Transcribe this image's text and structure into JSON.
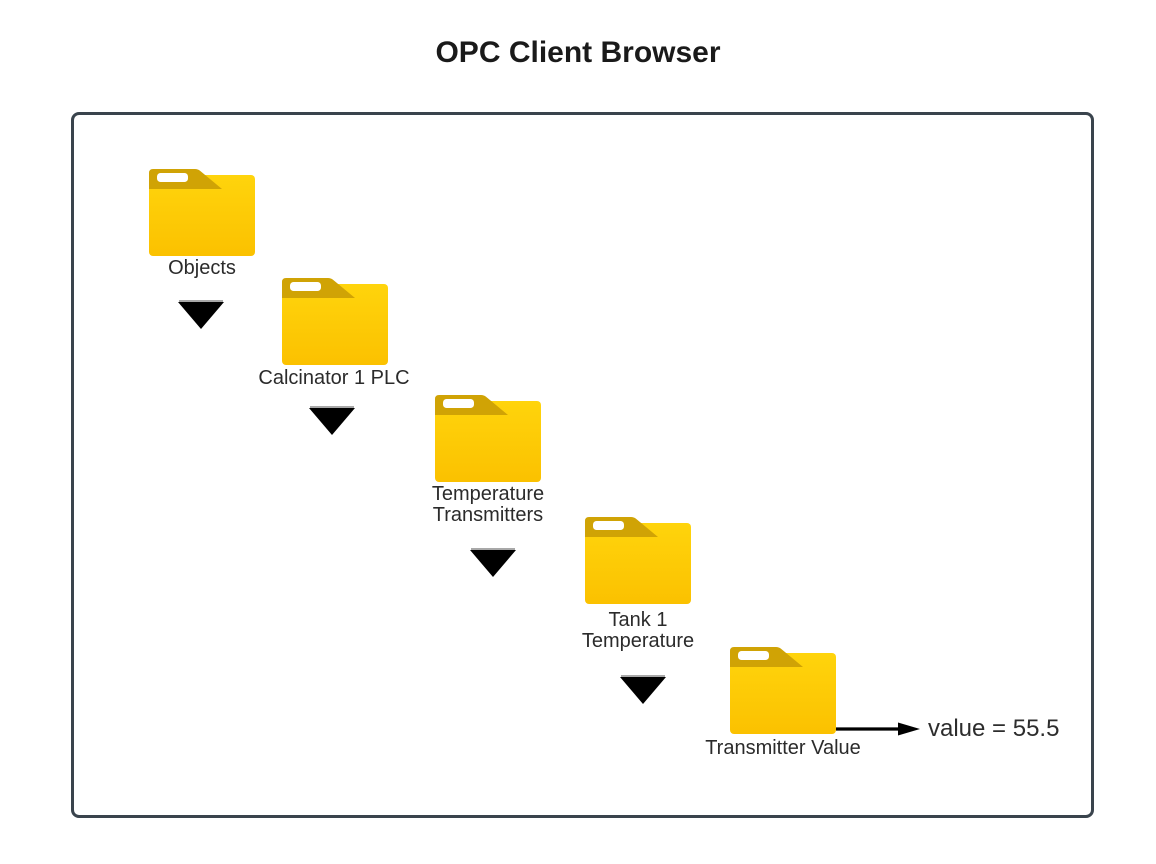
{
  "title": "OPC Client Browser",
  "browser": {
    "nodes": [
      {
        "label_line1": "Objects",
        "label_line2": ""
      },
      {
        "label_line1": "Calcinator 1 PLC",
        "label_line2": ""
      },
      {
        "label_line1": "Temperature",
        "label_line2": "Transmitters"
      },
      {
        "label_line1": "Tank 1",
        "label_line2": "Temperature"
      },
      {
        "label_line1": "Transmitter Value",
        "label_line2": ""
      }
    ],
    "value_label": "value = 55.5"
  },
  "icons": {
    "node_icon": "folder-icon",
    "expand_icon": "triangle-down-icon",
    "value_pointer_icon": "arrow-right-icon"
  },
  "colors": {
    "folder_body_top": "#FFD40C",
    "folder_body_bottom": "#FBC100",
    "folder_tab": "#D0A305",
    "folder_slot": "#FFFFFF",
    "expand_arrow": "#000000",
    "expand_arrow_edge": "#8C8C8C",
    "value_arrow": "#000000",
    "panel_border": "#3A444D",
    "title_text": "#1A1A1A",
    "label_text": "#2B2B2B",
    "value_text": "#2D2D2D"
  }
}
